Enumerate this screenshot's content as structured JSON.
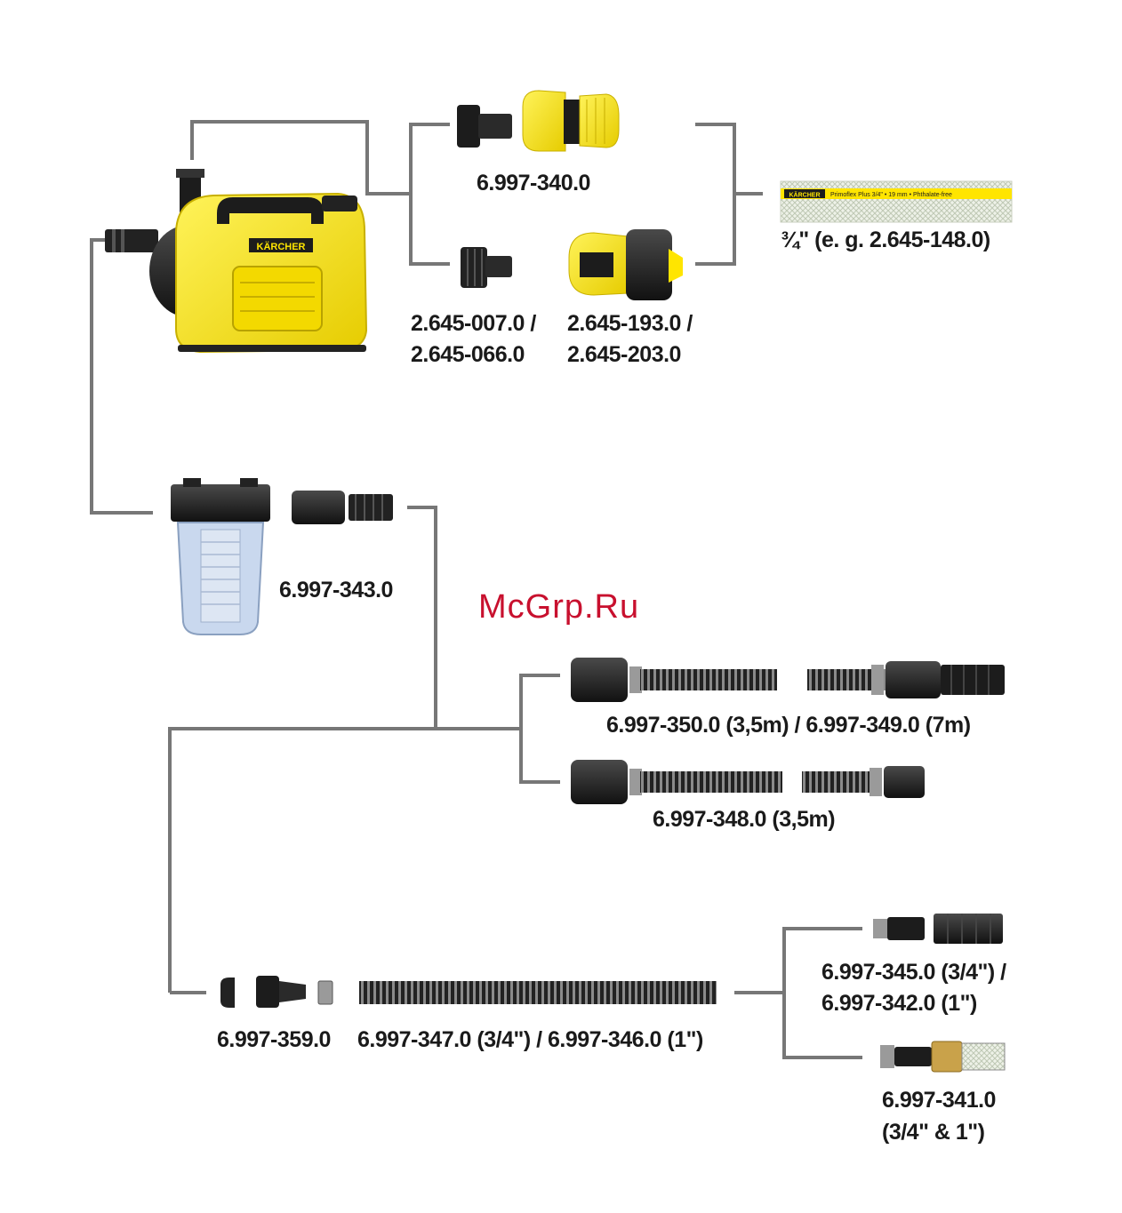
{
  "watermark": "McGrp.Ru",
  "brand": {
    "logo_text": "KÄRCHER",
    "hose_print": "Primoflex Plus 3/4\" • 19 mm • Phthalate-free"
  },
  "labels": {
    "adapter_top": "6.997-340.0",
    "tap_adapter": [
      "2.645-007.0 /",
      "2.645-066.0"
    ],
    "hose_connector": [
      "2.645-193.0 /",
      "2.645-203.0"
    ],
    "garden_hose": "¾\" (e. g. 2.645-148.0)",
    "filter_adapter": "6.997-343.0",
    "suction_set_a": "6.997-350.0 (3,5m) / 6.997-349.0 (7m)",
    "suction_set_b": "6.997-348.0 (3,5m)",
    "connector_set": "6.997-359.0",
    "suction_hose": "6.997-347.0 (3/4\") / 6.997-346.0 (1\")",
    "suction_filter": [
      "6.997-345.0 (3/4\") /",
      "6.997-342.0 (1\")"
    ],
    "filter_valve": [
      "6.997-341.0",
      "(3/4\" & 1\")"
    ]
  },
  "colors": {
    "line": "#777777",
    "yellow": "#ffe500",
    "black": "#1c1c1c",
    "watermark": "#c8102e"
  }
}
